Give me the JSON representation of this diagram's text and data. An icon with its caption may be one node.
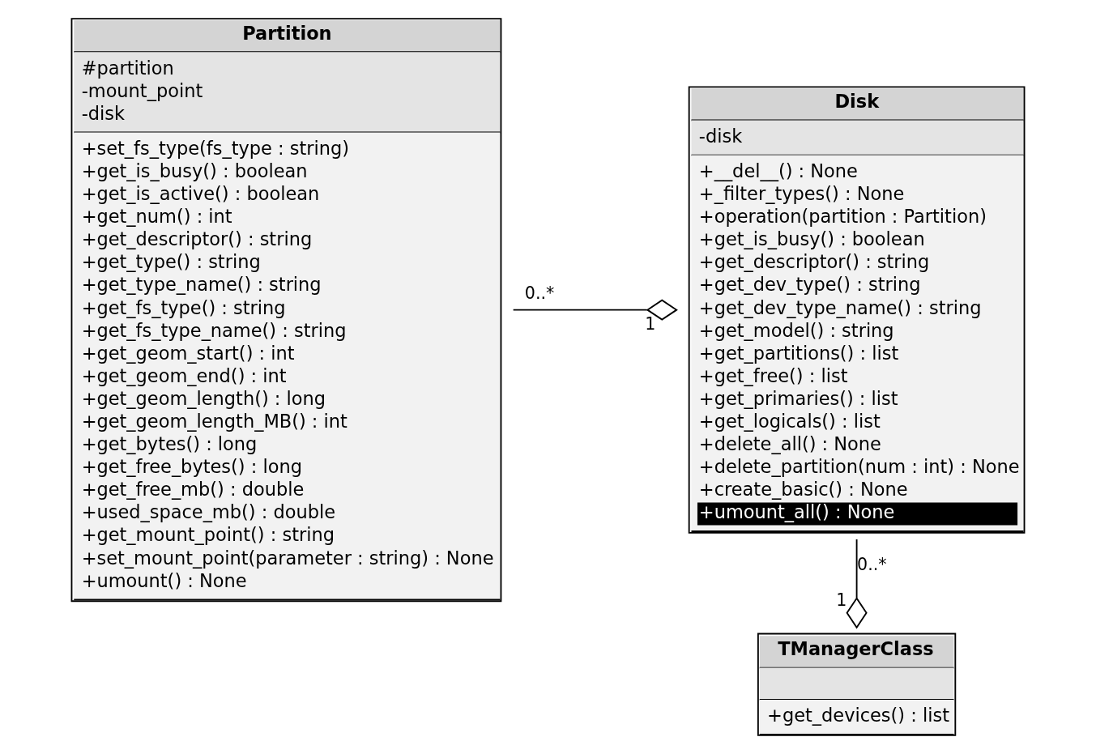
{
  "diagram": {
    "nodes": [
      {
        "text": [
          "Partition",
          "#partition",
          "-mount_point",
          "-disk",
          "+set_fs_type(fs_type : string)",
          "+get_is_busy() : boolean",
          "+get_is_active() : boolean",
          "+get_num() : int",
          "+get_descriptor() : string",
          "+get_type() : string",
          "+get_type_name() : string",
          "+get_fs_type() : string",
          "+get_fs_type_name() : string",
          "+get_geom_start() : int",
          "+get_geom_end() : int",
          "+get_geom_length() : long",
          "+get_geom_length_MB() : int",
          "+get_bytes() : long",
          "+get_free_bytes() : long",
          "+get_free_mb() : double",
          "+used_space_mb() : double",
          "+get_mount_point() : string",
          "+set_mount_point(parameter : string) : None",
          "+umount() : None"
        ]
      },
      {
        "text": [
          "Disk",
          "-disk",
          "+__del__() : None",
          "+_filter_types() : None",
          "+operation(partition : Partition)",
          "+get_is_busy() : boolean",
          "+get_descriptor() : string",
          "+get_dev_type() : string",
          "+get_dev_type_name() : string",
          "+get_model() : string",
          "+get_partitions() : list",
          "+get_free() : list",
          "+get_primaries() : list",
          "+get_logicals() : list",
          "+delete_all() : None",
          "+delete_partition(num : int) : None",
          "+create_basic() : None",
          "+umount_all() : None"
        ]
      },
      {
        "text": [
          "TManagerClass",
          "+get_devices() : list"
        ]
      }
    ],
    "edges": [
      {
        "from": 0,
        "to": 1,
        "arrow": "other"
      },
      {
        "from": 1,
        "to": 2,
        "arrow": "other"
      }
    ],
    "labels": [
      "0..*",
      "1",
      "0..*",
      "1"
    ]
  }
}
